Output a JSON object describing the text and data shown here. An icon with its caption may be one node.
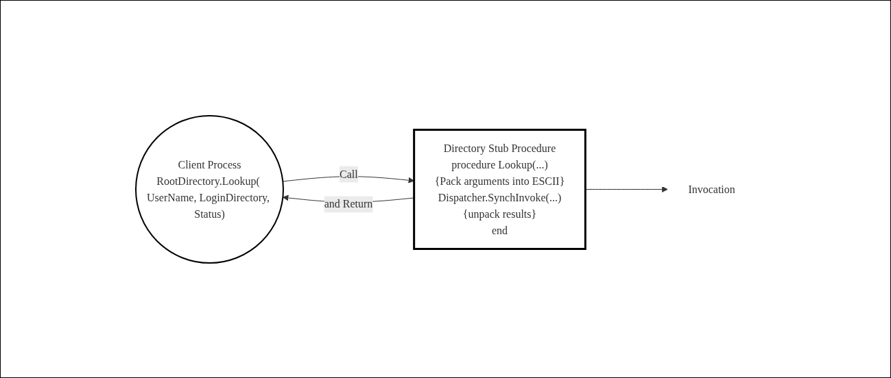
{
  "diagram": {
    "nodes": [
      {
        "text": [
          "Client Process",
          "RootDirectory.Lookup( UserName, LoginDirectory, Status)"
        ]
      },
      {
        "text": [
          "Directory Stub Procedure",
          "procedure Lookup(...)",
          "{Pack arguments into ESCII}",
          "Dispatcher.SynchInvoke(...)",
          "{unpack results}",
          "end"
        ]
      },
      {
        "text": [
          "Invocation"
        ]
      }
    ],
    "edges": [
      {
        "from": 0,
        "to": 1,
        "label": "Call",
        "arrow": "to"
      },
      {
        "from": 1,
        "to": 0,
        "label": "and Return",
        "arrow": "to"
      },
      {
        "from": 1,
        "to": 2,
        "arrow": "to"
      }
    ]
  }
}
